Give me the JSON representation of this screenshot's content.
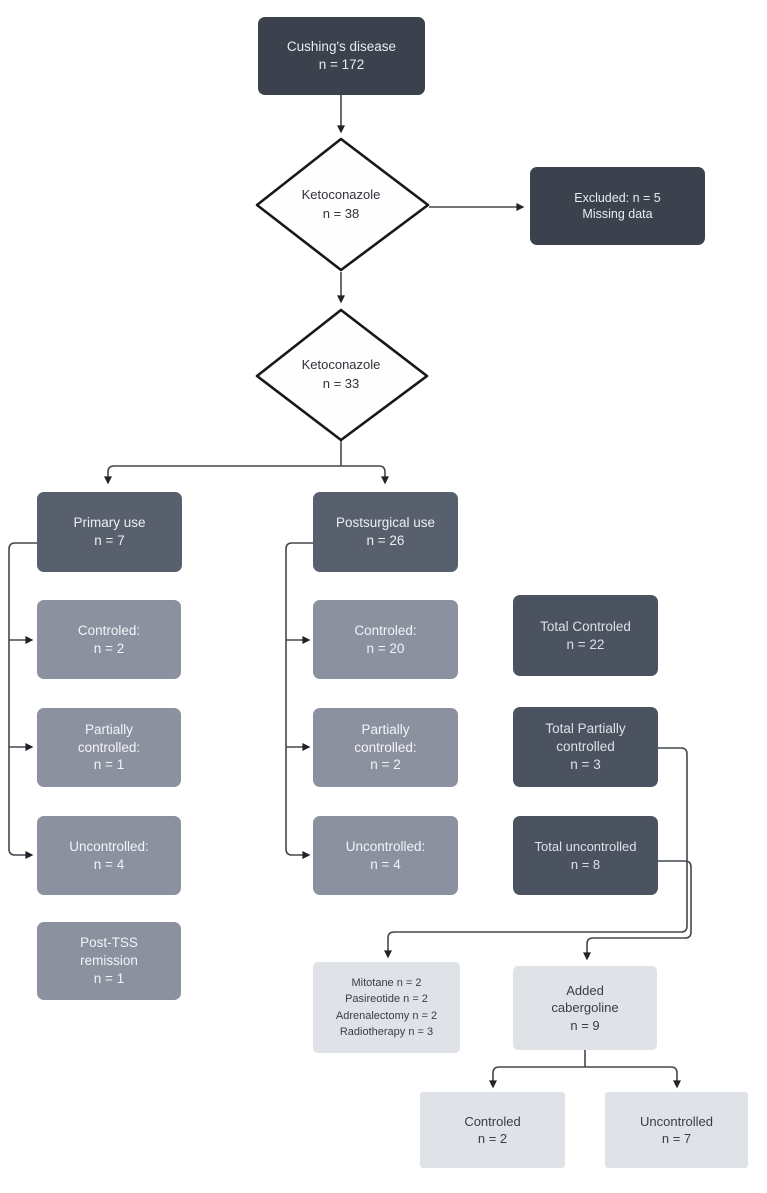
{
  "figure": {
    "type": "flowchart",
    "colors": {
      "dark_box": "#3c424d",
      "branch_box": "#58606d",
      "total_box": "#4b5361",
      "gray_box": "#8b919f",
      "light_box": "#dfe2e7",
      "light_box_text": "#383e47",
      "connector": "#43484f",
      "diamond_border": "#16181b",
      "diamond_fill": "#fefefe"
    },
    "nodes": {
      "cushings": {
        "lines": [
          "Cushing's disease",
          "n = 172"
        ]
      },
      "keto38": {
        "lines": [
          "Ketoconazole",
          "n = 38"
        ]
      },
      "excluded": {
        "lines": [
          "Excluded: n = 5",
          "Missing data"
        ]
      },
      "keto33": {
        "lines": [
          "Ketoconazole",
          "n = 33"
        ]
      },
      "primary": {
        "lines": [
          "Primary use",
          "n = 7"
        ]
      },
      "postsurgical": {
        "lines": [
          "Postsurgical use",
          "n = 26"
        ]
      },
      "primary_controled": {
        "lines": [
          "Controled:",
          "n = 2"
        ]
      },
      "primary_partially": {
        "lines": [
          "Partially",
          "controlled:",
          "n = 1"
        ]
      },
      "primary_uncontrolled": {
        "lines": [
          "Uncontrolled:",
          "n = 4"
        ]
      },
      "post_tss": {
        "lines": [
          "Post-TSS",
          "remission",
          "n = 1"
        ]
      },
      "postsurg_controled": {
        "lines": [
          "Controled:",
          "n = 20"
        ]
      },
      "postsurg_partially": {
        "lines": [
          "Partially",
          "controlled:",
          "n = 2"
        ]
      },
      "postsurg_uncontrolled": {
        "lines": [
          "Uncontrolled:",
          "n = 4"
        ]
      },
      "total_controled": {
        "lines": [
          "Total Controled",
          "n = 22"
        ]
      },
      "total_partially": {
        "lines": [
          "Total Partially",
          "controlled",
          "n = 3"
        ]
      },
      "total_uncontrolled": {
        "lines": [
          "Total uncontrolled",
          "n = 8"
        ]
      },
      "other_treatments": {
        "lines": [
          "Mitotane n = 2",
          "Pasireotide n = 2",
          "Adrenalectomy n = 2",
          "Radiotherapy n = 3"
        ]
      },
      "added_cabergoline": {
        "lines": [
          "Added",
          "cabergoline",
          "n = 9"
        ]
      },
      "cabergoline_controled": {
        "lines": [
          "Controled",
          "n = 2"
        ]
      },
      "cabergoline_uncontrolled": {
        "lines": [
          "Uncontrolled",
          "n = 7"
        ]
      }
    }
  }
}
